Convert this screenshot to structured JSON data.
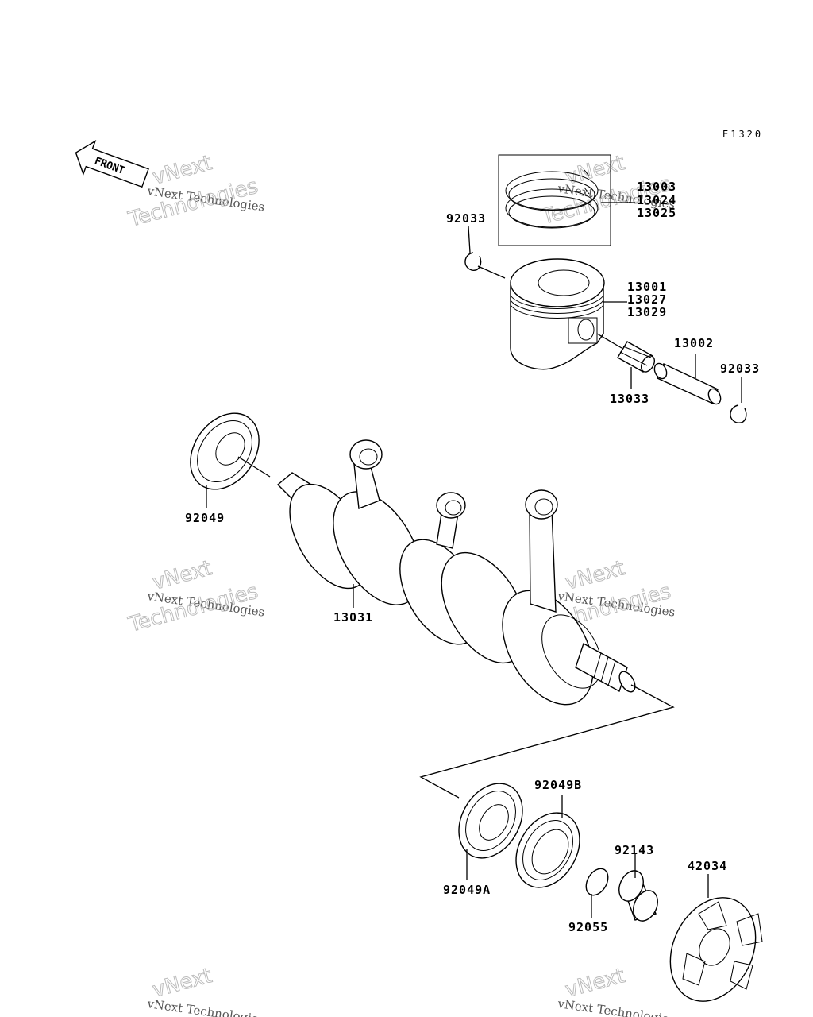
{
  "diagram_code": "E1320",
  "front_label": "FRONT",
  "watermark": {
    "line1": "vNext Technologies",
    "line2": "vNext",
    "line3": "Technologies"
  },
  "labels": {
    "p13003": "13003",
    "p13024": "13024",
    "p13025": "13025",
    "p92033_top": "92033",
    "p13001": "13001",
    "p13027": "13027",
    "p13029": "13029",
    "p13002": "13002",
    "p92033_right": "92033",
    "p13033": "13033",
    "p92049": "92049",
    "p13031": "13031",
    "p92049B": "92049B",
    "p92143": "92143",
    "p42034": "42034",
    "p92049A": "92049A",
    "p92055": "92055"
  }
}
